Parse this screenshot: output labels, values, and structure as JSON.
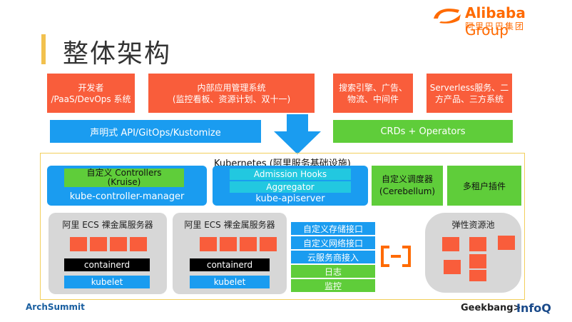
{
  "title": "整体架构",
  "logo": {
    "main": "Alibaba",
    "group": "Group",
    "chinese": "阿里巴巴集团"
  },
  "top_boxes": [
    {
      "line1": "开发者",
      "line2": "/PaaS/DevOps 系统"
    },
    {
      "line1": "内部应用管理系统",
      "line2": "(监控看板、资源计划、双十一)"
    },
    {
      "line1": "搜索引擎、广告、",
      "line2": "物流、中间件"
    },
    {
      "line1": "Serverless服务、二",
      "line2": "方产品、三方系统"
    }
  ],
  "interfaces": {
    "left": "声明式 API/GitOps/Kustomize",
    "right": "CRDs + Operators"
  },
  "k8s_title": "Kubernetes (阿里服务基础设施)",
  "controller_manager": {
    "inner_line1": "自定义 Controllers",
    "inner_line2": "(Kruise)",
    "label": "kube-controller-manager"
  },
  "apiserver": {
    "admission": "Admission  Hooks",
    "aggregator": "Aggregator",
    "label": "kube-apiserver"
  },
  "scheduler": {
    "line1": "自定义调度器",
    "line2": "(Cerebellum)"
  },
  "multitenant": "多租户插件",
  "ecs_nodes": [
    {
      "title": "阿里 ECS 裸金属服务器",
      "runtime": "containerd",
      "agent": "kubelet"
    },
    {
      "title": "阿里 ECS 裸金属服务器",
      "runtime": "containerd",
      "agent": "kubelet"
    }
  ],
  "interface_list": [
    "自定义存储接口",
    "自定义网络接口",
    "云服务商接入",
    "日志",
    "监控"
  ],
  "elastic_pool": "弹性资源池",
  "footer": {
    "left": "ArchSummit",
    "right1": "Geekbang>",
    "right2": "InfoQ"
  },
  "colors": {
    "orange": "#f95d3b",
    "blue": "#1a9cf0",
    "green": "#5fcd3a",
    "cyan": "#22c8e0",
    "frame": "#f2cf5b"
  },
  "icons": [
    "down-arrow-icon",
    "alibaba-cloud-icon"
  ]
}
